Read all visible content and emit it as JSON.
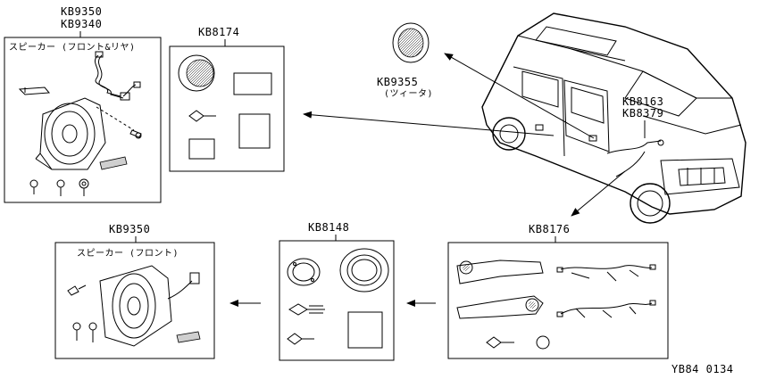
{
  "kits": {
    "speaker_kit_top": {
      "codes": [
        "KB9350",
        "KB9340"
      ],
      "desc": "スピーカー (フロント&リヤ)"
    },
    "kb8174": {
      "code": "KB8174"
    },
    "tweeter": {
      "code": "KB9355",
      "desc": "(ツィータ)"
    },
    "harness": {
      "codes": [
        "KB8163",
        "KB8379"
      ]
    },
    "speaker_front": {
      "code": "KB9350",
      "desc": "スピーカー (フロント)"
    },
    "kb8148": {
      "code": "KB8148"
    },
    "kb8176": {
      "code": "KB8176"
    }
  },
  "footer_code": "YB84 0134"
}
